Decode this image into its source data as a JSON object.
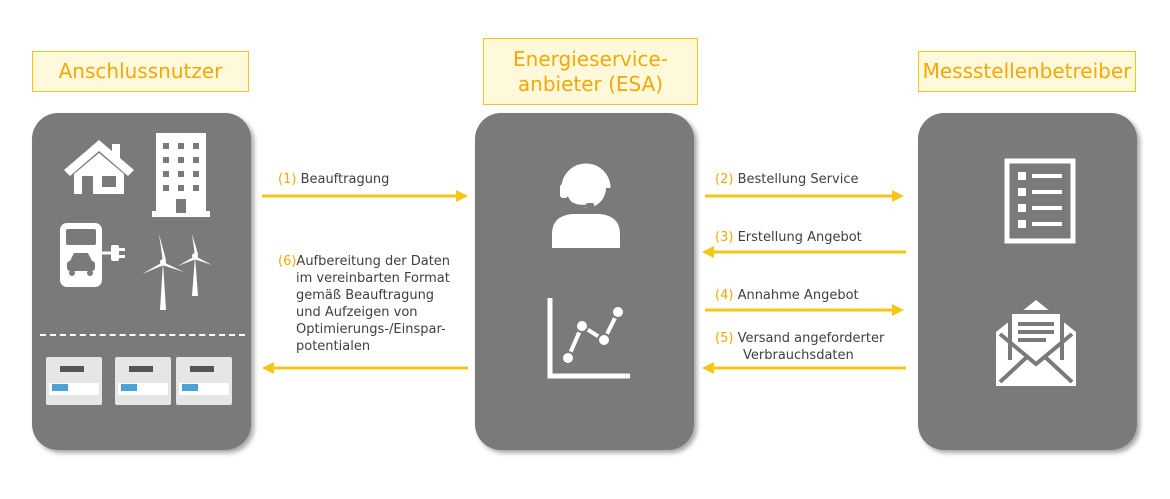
{
  "titles": {
    "anschlussnutzer": "Anschlussnutzer",
    "esa_line1": "Energieservice-",
    "esa_line2": "anbieter (ESA)",
    "messstellenbetreiber": "Messstellenbetreiber"
  },
  "steps": [
    {
      "num": "(1)",
      "text": "Beauftragung"
    },
    {
      "num": "(2)",
      "text": "Bestellung Service"
    },
    {
      "num": "(3)",
      "text": "Erstellung Angebot"
    },
    {
      "num": "(4)",
      "text": "Annahme  Angebot"
    },
    {
      "num": "(5)",
      "line1": "Versand angeforderter",
      "line2": "Verbrauchsdaten"
    },
    {
      "num": "(6)",
      "line1": "Aufbereitung der Daten",
      "line2": "im vereinbarten Format",
      "line3": "gemäß Beauftragung",
      "line4": "und Aufzeigen von",
      "line5": "Optimierungs-/Einspar-",
      "line6": "potentialen"
    }
  ],
  "colors": {
    "accent": "#f5c518",
    "panel": "#7a7a7a",
    "title_text": "#f5a800"
  },
  "icons": [
    "house-icon",
    "office-building-icon",
    "ev-charger-icon",
    "wind-turbine-icon",
    "electricity-meter-icon",
    "support-agent-icon",
    "line-chart-icon",
    "checklist-icon",
    "open-envelope-icon"
  ]
}
